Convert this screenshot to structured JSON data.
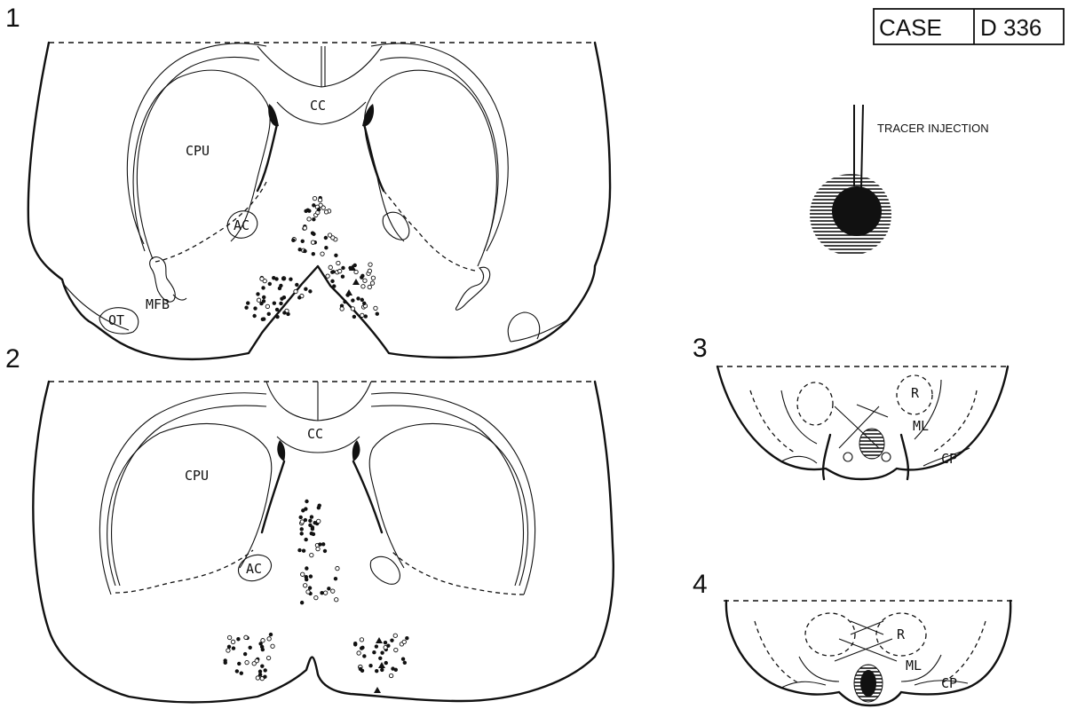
{
  "case_box": {
    "label": "CASE",
    "id": "D 336"
  },
  "legend": {
    "text": "TRACER INJECTION"
  },
  "sections": {
    "s1": {
      "number": "1",
      "labels": {
        "cc": "CC",
        "cpu": "CPU",
        "ac": "AC",
        "mfb": "MFB",
        "ot": "OT"
      }
    },
    "s2": {
      "number": "2",
      "labels": {
        "cc": "CC",
        "cpu": "CPU",
        "ac": "AC"
      }
    },
    "s3": {
      "number": "3",
      "labels": {
        "r": "R",
        "ml": "ML",
        "cp": "CP"
      }
    },
    "s4": {
      "number": "4",
      "labels": {
        "r": "R",
        "ml": "ML",
        "cp": "CP"
      }
    }
  },
  "marker_types": [
    "filled-circle",
    "open-circle",
    "filled-triangle"
  ]
}
